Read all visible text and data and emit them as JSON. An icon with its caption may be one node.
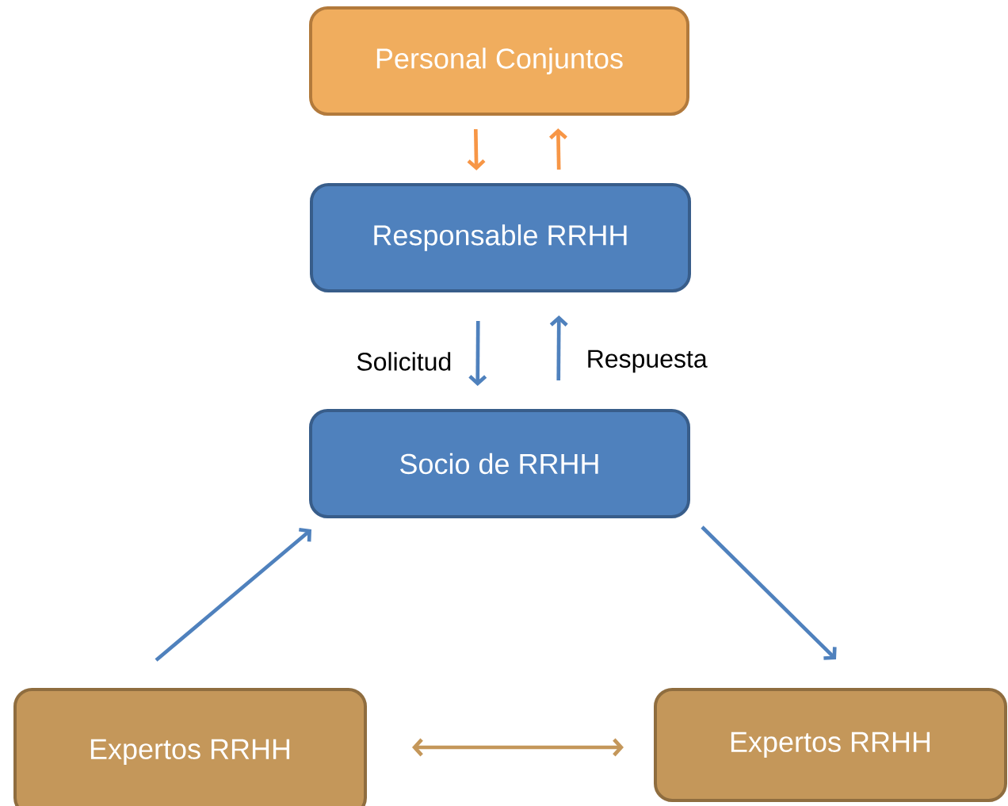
{
  "diagram": {
    "nodes": [
      {
        "text": [
          "Personal Conjuntos"
        ]
      },
      {
        "text": [
          "Responsable RRHH"
        ]
      },
      {
        "text": [
          "Socio de RRHH"
        ]
      },
      {
        "text": [
          "Expertos RRHH"
        ]
      },
      {
        "text": [
          "Expertos RRHH"
        ]
      }
    ],
    "edges": [
      {
        "from": 0,
        "to": 1,
        "arrow": "to",
        "color": "#f79646"
      },
      {
        "from": 1,
        "to": 0,
        "arrow": "to",
        "color": "#f79646"
      },
      {
        "from": 1,
        "to": 2,
        "arrow": "to",
        "label": "Solicitud"
      },
      {
        "from": 2,
        "to": 1,
        "arrow": "to",
        "label": "Respuesta"
      },
      {
        "from": 3,
        "to": 2,
        "arrow": "to"
      },
      {
        "from": 2,
        "to": 4,
        "arrow": "to"
      },
      {
        "from": 3,
        "to": 4,
        "arrow": "both",
        "color": "#c4975a"
      }
    ]
  }
}
